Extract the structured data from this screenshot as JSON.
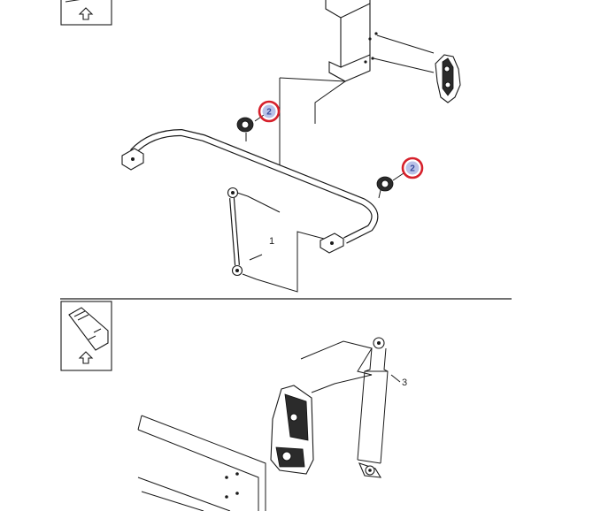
{
  "colors": {
    "line": "#1a1a1a",
    "highlight_ring": "#d6202b",
    "badge_fill": "#b9c2e8",
    "badge_text": "#3a4a9a",
    "background": "#ffffff"
  },
  "icons": {
    "view_arrow": "up-arrow-icon",
    "orientation_box": "vehicle-orientation-icon"
  },
  "callouts": {
    "stabilizer_link": "1",
    "bushing_front": "2",
    "bushing_rear": "2",
    "shock_absorber": "3"
  }
}
